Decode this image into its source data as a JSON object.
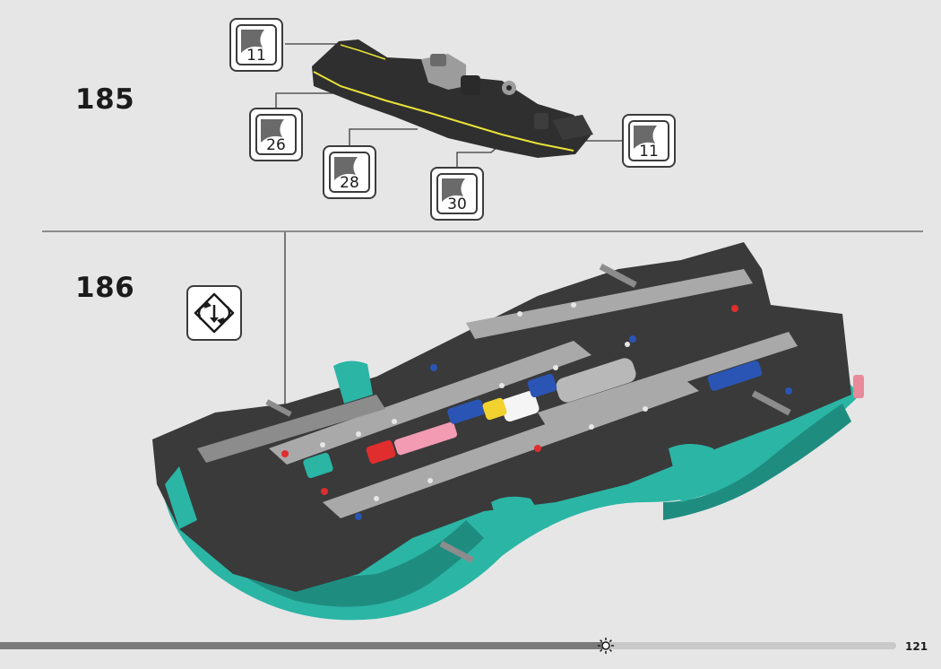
{
  "steps": [
    {
      "number": "185",
      "callouts": [
        "11",
        "26",
        "28",
        "30",
        "11"
      ]
    },
    {
      "number": "186"
    }
  ],
  "page_number": "121",
  "colors": {
    "teal": "#2bb5a5",
    "dark_gray": "#3a3a3a",
    "light_gray": "#a9a9a9",
    "accent_yellow": "#e8e23a"
  },
  "icons": {
    "rotate": "rotate-model-icon",
    "progress_marker": "sun-marker-icon"
  }
}
